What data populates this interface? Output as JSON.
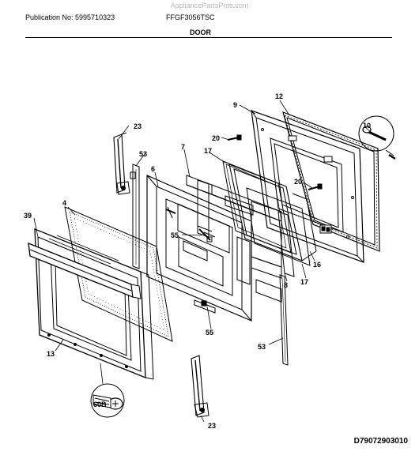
{
  "watermark": "AppliancePartsPros.com",
  "header": {
    "publication": "Publication No: 5995710323",
    "model": "FFGF3056TSC",
    "section": "DOOR"
  },
  "diagram_id": "D79072903010",
  "callouts": [
    {
      "key": "c9",
      "text": "9"
    },
    {
      "key": "c12",
      "text": "12"
    },
    {
      "key": "c10",
      "text": "10"
    },
    {
      "key": "c23a",
      "text": "23"
    },
    {
      "key": "c20a",
      "text": "20"
    },
    {
      "key": "c53a",
      "text": "53"
    },
    {
      "key": "c7",
      "text": "7"
    },
    {
      "key": "c17a",
      "text": "17"
    },
    {
      "key": "c6",
      "text": "6"
    },
    {
      "key": "c20b",
      "text": "20"
    },
    {
      "key": "c39",
      "text": "39"
    },
    {
      "key": "c4",
      "text": "4"
    },
    {
      "key": "c55a",
      "text": "55"
    },
    {
      "key": "c16",
      "text": "16"
    },
    {
      "key": "c8",
      "text": "8"
    },
    {
      "key": "c17b",
      "text": "17"
    },
    {
      "key": "c55b",
      "text": "55"
    },
    {
      "key": "c53b",
      "text": "53"
    },
    {
      "key": "c13",
      "text": "13"
    },
    {
      "key": "c60b",
      "text": "60B"
    },
    {
      "key": "c23b",
      "text": "23"
    }
  ]
}
